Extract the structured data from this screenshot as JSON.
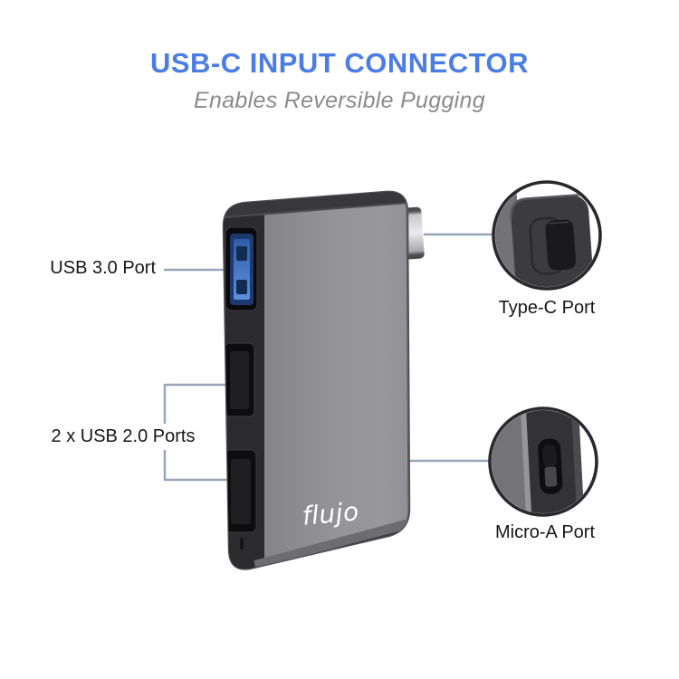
{
  "header": {
    "title": "USB-C INPUT CONNECTOR",
    "subtitle": "Enables Reversible Pugging"
  },
  "labels": {
    "usb3": "USB 3.0 Port",
    "usb2": "2 x USB 2.0 Ports",
    "typec": "Type-C Port",
    "microa": "Micro-A Port"
  },
  "device": {
    "logo": "flujo",
    "ports": [
      "USB 3.0",
      "USB 2.0",
      "USB 2.0",
      "USB-C input",
      "Micro-A"
    ]
  },
  "colors": {
    "title_blue": "#4b7de5",
    "subtitle_gray": "#8b8b8b",
    "label_black": "#161616",
    "line_gray": "#97a4ba",
    "circle_stroke": "#29292c",
    "device_front_gray": "#909095",
    "device_side_dark": "#2b2b2e",
    "usb3_blue": "#3e6db8",
    "logo_white": "#ffffff"
  }
}
